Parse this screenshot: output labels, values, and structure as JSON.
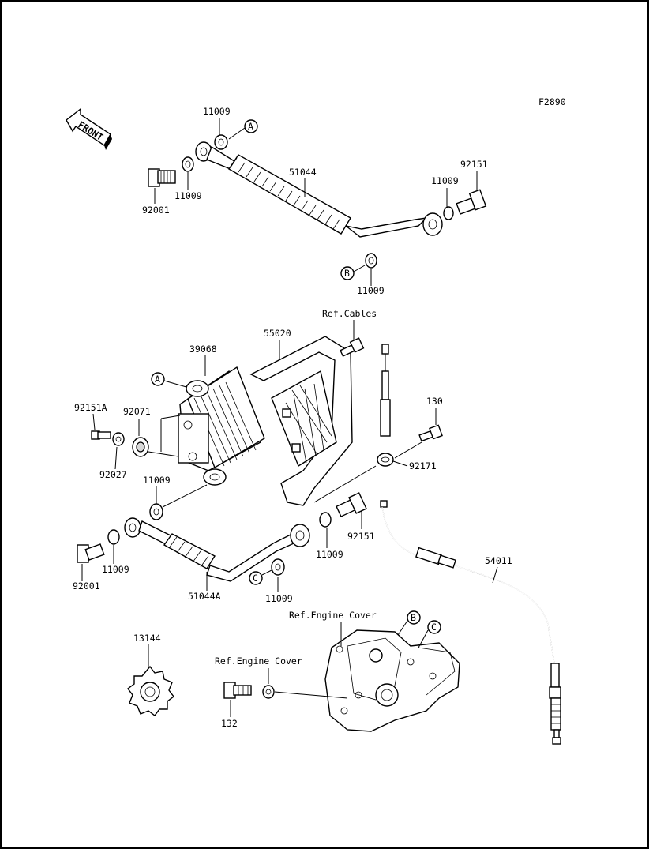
{
  "figure_code": "F2890",
  "front_label": "FRONT",
  "callouts": {
    "A1": "A",
    "B1": "B",
    "A2": "A",
    "C1": "C",
    "B2": "B",
    "C2": "C"
  },
  "parts": {
    "p11009_a": "11009",
    "p11009_b": "11009",
    "p11009_c": "11009",
    "p11009_d": "11009",
    "p11009_e": "11009",
    "p11009_f": "11009",
    "p11009_g": "11009",
    "p92001_a": "92001",
    "p92001_b": "92001",
    "p51044": "51044",
    "p51044A": "51044A",
    "p92151_a": "92151",
    "p92151_b": "92151",
    "p92151A": "92151A",
    "p92071": "92071",
    "p92027": "92027",
    "p39068": "39068",
    "p55020": "55020",
    "refCables": "Ref.Cables",
    "p130": "130",
    "p92171": "92171",
    "p54011": "54011",
    "refEngineCover1": "Ref.Engine Cover",
    "refEngineCover2": "Ref.Engine Cover",
    "p13144": "13144",
    "p132": "132"
  }
}
